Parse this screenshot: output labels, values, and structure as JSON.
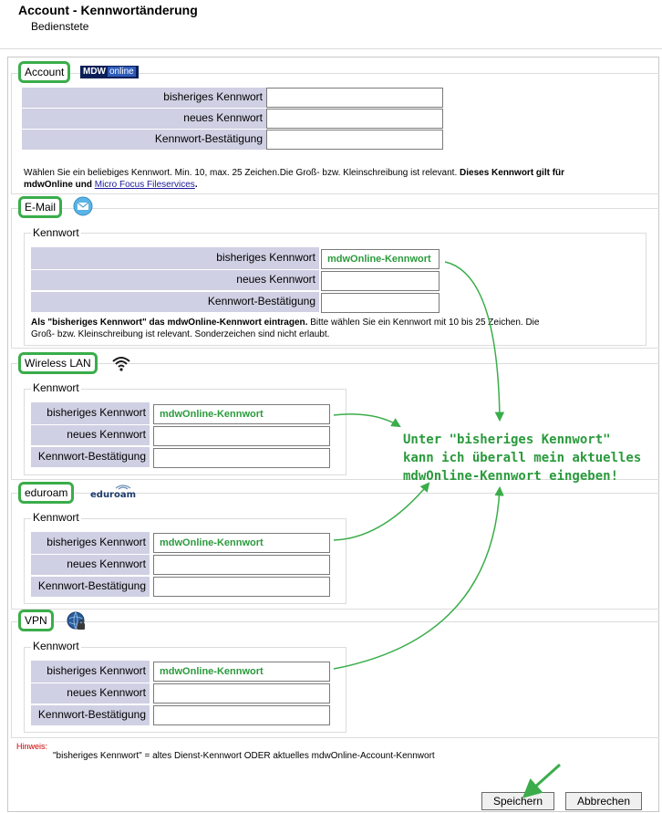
{
  "header": {
    "title": "Account - Kennwortänderung",
    "subtitle": "Bedienstete"
  },
  "account": {
    "legend": "Account",
    "brand": {
      "left": "MDW",
      "right": "online"
    },
    "fields": {
      "old": "bisheriges Kennwort",
      "new": "neues Kennwort",
      "confirm": "Kennwort-Bestätigung"
    },
    "note_start": "Wählen Sie ein beliebiges Kennwort. Min. 10, max. 25 Zeichen.Die Groß- bzw. Kleinschreibung ist relevant. ",
    "note_bold_1": "Dieses Kennwort gilt für",
    "note_bold_2": "mdwOnline und",
    "note_link": "Micro Focus Fileservices",
    "note_end": "."
  },
  "email": {
    "legend": "E-Mail",
    "icon": "mail-icon",
    "inner_legend": "Kennwort",
    "fields": {
      "old": "bisheriges Kennwort",
      "new": "neues Kennwort",
      "confirm": "Kennwort-Bestätigung"
    },
    "old_value": "mdwOnline-Kennwort",
    "note_bold": "Als \"bisheriges Kennwort\" das mdwOnline-Kennwort eintragen.",
    "note_rest_1": " Bitte wählen Sie ein Kennwort mit 10 bis 25 Zeichen. Die",
    "note_rest_2": "Groß- bzw. Kleinschreibung ist relevant. Sonderzeichen sind nicht erlaubt."
  },
  "wlan": {
    "legend": "Wireless LAN",
    "icon": "wifi-icon",
    "inner_legend": "Kennwort",
    "fields": {
      "old": "bisheriges Kennwort",
      "new": "neues Kennwort",
      "confirm": "Kennwort-Bestätigung"
    },
    "old_value": "mdwOnline-Kennwort"
  },
  "eduroam": {
    "legend": "eduroam",
    "logo_text": "eduroam",
    "inner_legend": "Kennwort",
    "fields": {
      "old": "bisheriges Kennwort",
      "new": "neues Kennwort",
      "confirm": "Kennwort-Bestätigung"
    },
    "old_value": "mdwOnline-Kennwort"
  },
  "vpn": {
    "legend": "VPN",
    "icon": "globe-lock-icon",
    "inner_legend": "Kennwort",
    "fields": {
      "old": "bisheriges Kennwort",
      "new": "neues Kennwort",
      "confirm": "Kennwort-Bestätigung"
    },
    "old_value": "mdwOnline-Kennwort"
  },
  "hint": {
    "label": "Hinweis:",
    "text": "\"bisheriges Kennwort\" = altes Dienst-Kennwort ODER aktuelles mdwOnline-Account-Kennwort"
  },
  "callout": {
    "line1": "Unter \"bisheriges Kennwort\"",
    "line2": "kann ich überall mein aktuelles",
    "line3": "mdwOnline-Kennwort eingeben!"
  },
  "buttons": {
    "save": "Speichern",
    "cancel": "Abbrechen"
  },
  "colors": {
    "annotation": "#3aad4a",
    "label_bg": "#d0d0e4",
    "hint_label": "#cc0000"
  }
}
